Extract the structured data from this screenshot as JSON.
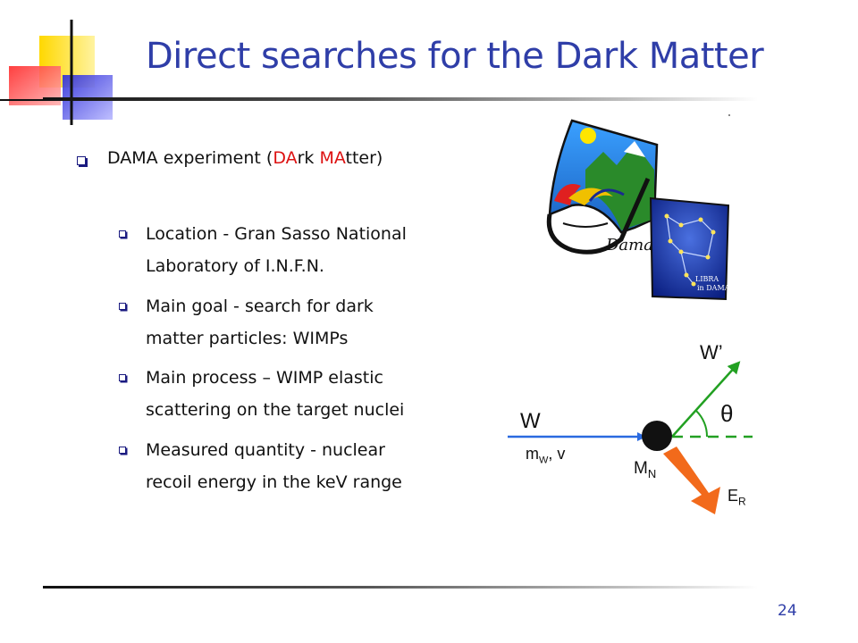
{
  "slide": {
    "title": "Direct searches for the Dark Matter",
    "page_number": "24"
  },
  "main": {
    "bullet": {
      "prefix": "DAMA experiment (",
      "em1": "DA",
      "mid": "rk ",
      "em2": "MA",
      "suffix": "tter)"
    },
    "subbullets": [
      {
        "line1": "Location - Gran Sasso National",
        "line2": "Laboratory of I.N.F.N."
      },
      {
        "line1": "Main goal - search for dark",
        "line2": "matter particles: WIMPs"
      },
      {
        "line1": "Main process – WIMP elastic",
        "line2": "scattering on the target nuclei"
      },
      {
        "line1": "Measured quantity - nuclear",
        "line2": "recoil energy in the keV range"
      }
    ]
  },
  "logo": {
    "script_text": "Dama",
    "libra_line1": "LIBRA",
    "libra_line2": "in DAMA"
  },
  "diagram": {
    "w_in": "W",
    "w_out": "W’",
    "theta": "θ",
    "mass_label": "m",
    "mass_sub": "W",
    "mass_rest": ", v",
    "nucleus_label": "M",
    "nucleus_sub": "N",
    "recoil_label": "E",
    "recoil_sub": "R"
  },
  "colors": {
    "title": "#2f3ea8",
    "accent_red": "#dd1111",
    "arrow_blue": "#2a6ae0",
    "arrow_green": "#22a022",
    "arrow_orange": "#f26a1b"
  }
}
